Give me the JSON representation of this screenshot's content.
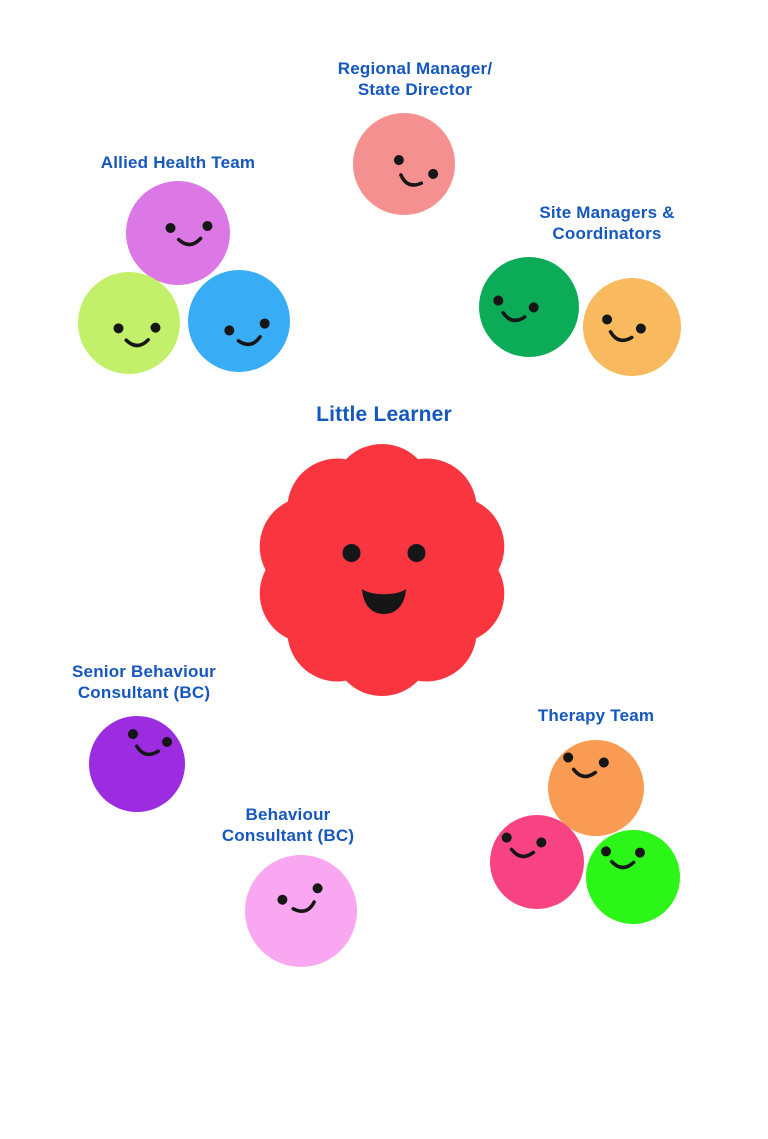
{
  "page": {
    "background": "#FFFFFF",
    "label_color": "#1557BE",
    "face_features_color": "#161616"
  },
  "diagram": {
    "type": "team-structure-diagram",
    "groups": [
      {
        "id": "regional-manager",
        "label_lines": [
          "Regional Manager/",
          "State Director"
        ],
        "members": [
          {
            "name": "regional-manager-face",
            "color": "#F59090",
            "shape": "circle"
          }
        ]
      },
      {
        "id": "allied-health-team",
        "label_lines": [
          "Allied Health Team"
        ],
        "members": [
          {
            "name": "allied-health-face-1",
            "color": "#DC78E6",
            "shape": "circle"
          },
          {
            "name": "allied-health-face-2",
            "color": "#C3F06A",
            "shape": "circle"
          },
          {
            "name": "allied-health-face-3",
            "color": "#38ADF5",
            "shape": "circle"
          }
        ]
      },
      {
        "id": "site-managers-coordinators",
        "label_lines": [
          "Site Managers &",
          "Coordinators"
        ],
        "members": [
          {
            "name": "site-manager-face-1",
            "color": "#0CAB57",
            "shape": "circle"
          },
          {
            "name": "site-manager-face-2",
            "color": "#F9BA5F",
            "shape": "circle"
          }
        ]
      },
      {
        "id": "little-learner",
        "label_lines": [
          "Little Learner"
        ],
        "members": [
          {
            "name": "little-learner-face",
            "color": "#F93540",
            "shape": "pompom"
          }
        ]
      },
      {
        "id": "senior-behaviour-consultant",
        "label_lines": [
          "Senior Behaviour",
          "Consultant (BC)"
        ],
        "members": [
          {
            "name": "senior-behaviour-consultant-face",
            "color": "#9C2CE0",
            "shape": "circle"
          }
        ]
      },
      {
        "id": "behaviour-consultant",
        "label_lines": [
          "Behaviour",
          "Consultant (BC)"
        ],
        "members": [
          {
            "name": "behaviour-consultant-face",
            "color": "#F9A7F0",
            "shape": "circle"
          }
        ]
      },
      {
        "id": "therapy-team",
        "label_lines": [
          "Therapy Team"
        ],
        "members": [
          {
            "name": "therapy-team-face-1",
            "color": "#F99B53",
            "shape": "circle"
          },
          {
            "name": "therapy-team-face-2",
            "color": "#F74382",
            "shape": "circle"
          },
          {
            "name": "therapy-team-face-3",
            "color": "#2BF618",
            "shape": "circle"
          }
        ]
      }
    ]
  }
}
